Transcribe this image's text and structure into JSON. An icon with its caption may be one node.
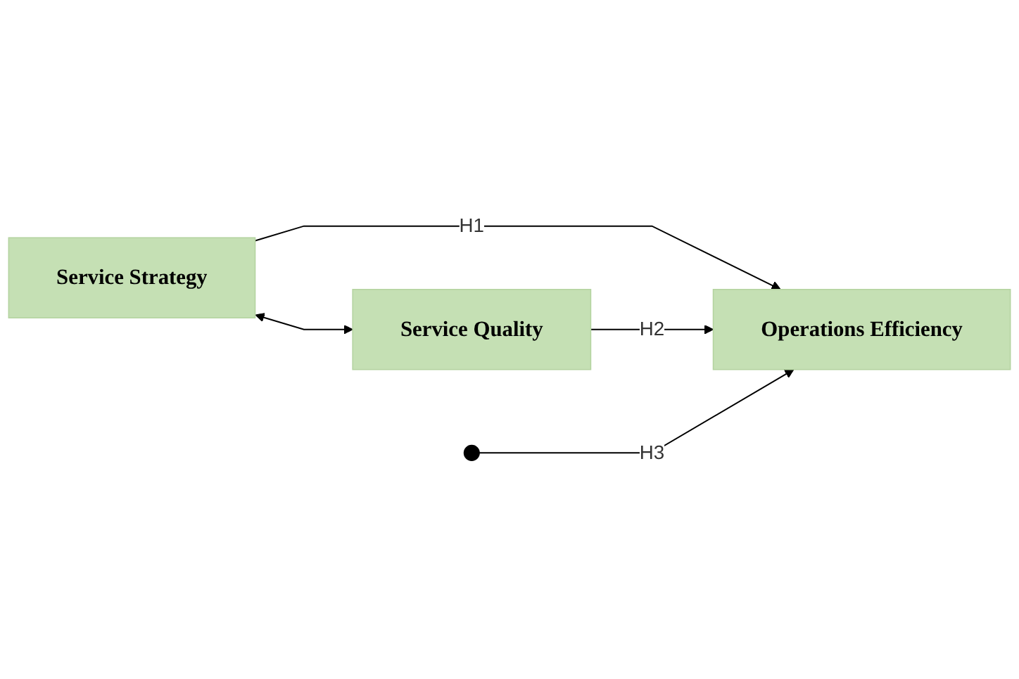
{
  "diagram": {
    "nodes": [
      {
        "text": [
          "Service Strategy"
        ]
      },
      {
        "text": [
          "Operations Efficiency"
        ]
      },
      {
        "text": [
          "Service Quality"
        ]
      }
    ],
    "edges": [
      {
        "from": 0,
        "to": 1,
        "arrow": "to",
        "label": "H1"
      },
      {
        "from": 2,
        "to": 1,
        "arrow": "to",
        "label": "H2"
      },
      {
        "from": 0,
        "to": 2,
        "arrow": "both"
      },
      {
        "from": null,
        "to": 1,
        "arrow": "to",
        "label": "H3"
      }
    ]
  }
}
